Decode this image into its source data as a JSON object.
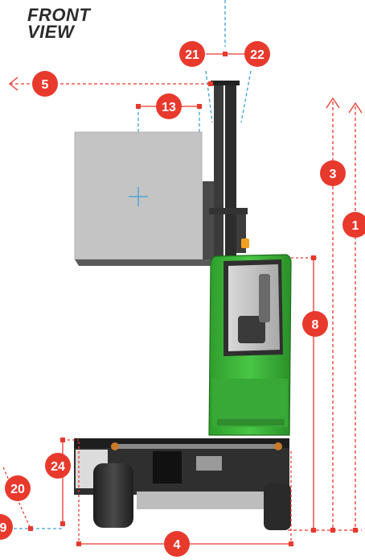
{
  "title": {
    "line1": "FRONT",
    "line2": "VIEW"
  },
  "badges": [
    {
      "id": "b21",
      "label": "21"
    },
    {
      "id": "b22",
      "label": "22"
    },
    {
      "id": "b5",
      "label": "5"
    },
    {
      "id": "b13",
      "label": "13"
    },
    {
      "id": "b3",
      "label": "3"
    },
    {
      "id": "b1",
      "label": "1"
    },
    {
      "id": "b8",
      "label": "8"
    },
    {
      "id": "b24",
      "label": "24"
    },
    {
      "id": "b20",
      "label": "20"
    },
    {
      "id": "b9",
      "label": "9"
    },
    {
      "id": "b4",
      "label": "4"
    }
  ],
  "colors": {
    "accent": "#e8392d",
    "dimension_line": "#e8392d",
    "guide_line": "#3aa0d8",
    "cab_green": "#3dbb3a",
    "load_grey": "#c4c4c4",
    "chassis_dark": "#2f2f2f"
  }
}
